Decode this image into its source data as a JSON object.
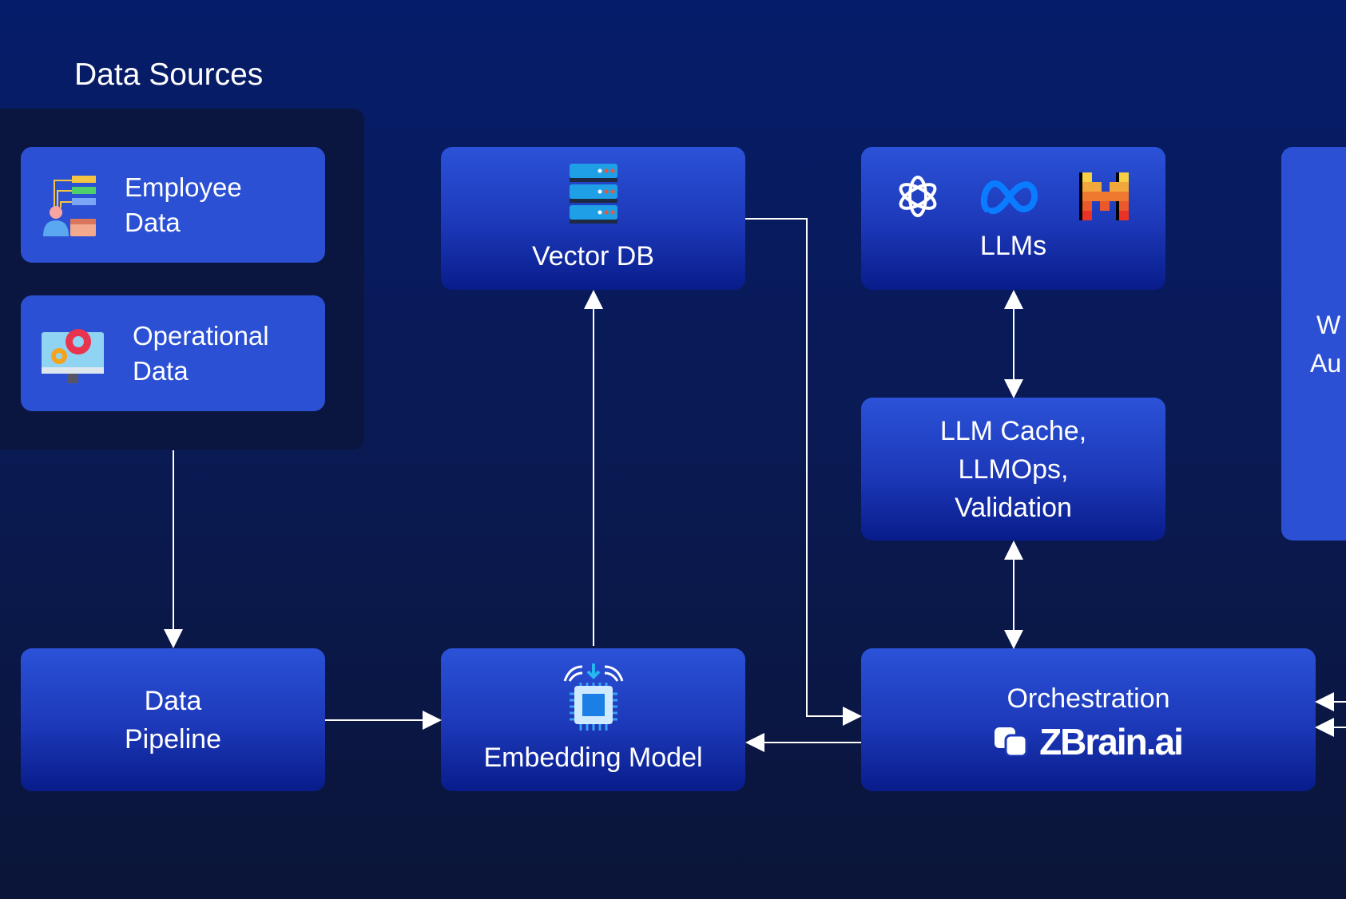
{
  "title": "Data Sources",
  "sources": [
    {
      "label_lines": [
        "Employee",
        "Data"
      ],
      "icon": "employee-data-icon"
    },
    {
      "label_lines": [
        "Operational",
        "Data"
      ],
      "icon": "operational-data-icon"
    }
  ],
  "nodes": {
    "vector_db": {
      "label": "Vector DB",
      "icon": "server-stack-icon"
    },
    "llms": {
      "label": "LLMs",
      "icons": [
        "openai-logo",
        "meta-logo",
        "mistral-logo"
      ]
    },
    "llm_cache": {
      "label_lines": [
        "LLM Cache,",
        "LLMOps,",
        "Validation"
      ]
    },
    "data_pipeline": {
      "label_lines": [
        "Data",
        "Pipeline"
      ]
    },
    "embedding_model": {
      "label": "Embedding Model",
      "icon": "chip-icon"
    },
    "orchestration": {
      "label": "Orchestration",
      "brand": "ZBrain.ai"
    },
    "right_partial": {
      "label_lines": [
        "W",
        "Au"
      ]
    }
  },
  "colors": {
    "box_top": "#2b52d8",
    "box_bottom": "#081c8a",
    "background": "#061b66",
    "panel": "#0a1640",
    "meta": "#0a7cff"
  }
}
